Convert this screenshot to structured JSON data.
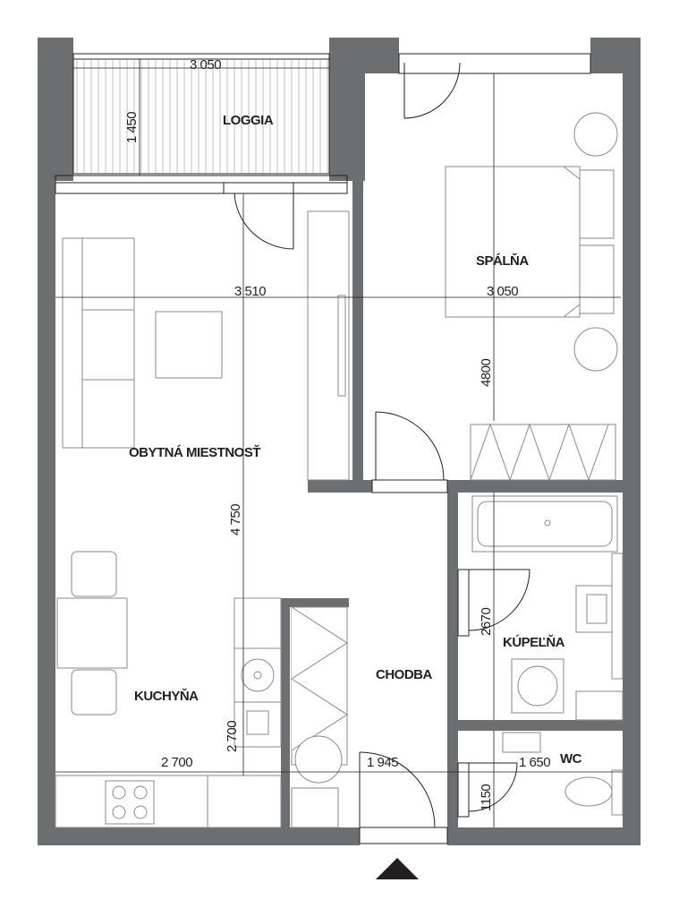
{
  "rooms": {
    "loggia": "LOGGIA",
    "spalna": "SPÁLŇA",
    "obytna": "OBYTNÁ MIESTNOSŤ",
    "kuchyna": "KUCHYŇA",
    "chodba": "CHODBA",
    "kupelna": "KÚPEĽŇA",
    "wc": "WC"
  },
  "dimensions": {
    "loggia_width": "3 050",
    "loggia_depth": "1 450",
    "living_width": "3 510",
    "bedroom_width": "3 050",
    "bedroom_length": "4800",
    "living_length": "4 750",
    "kitchen_depth": "2 700",
    "kitchen_width": "2 700",
    "hall_width": "1 945",
    "wc_width": "1 650",
    "bath_depth": "2670",
    "wc_depth": "1150"
  },
  "colors": {
    "wall": "#6d6e70",
    "line": "#231f20",
    "furniture": "#8a8a8a"
  }
}
